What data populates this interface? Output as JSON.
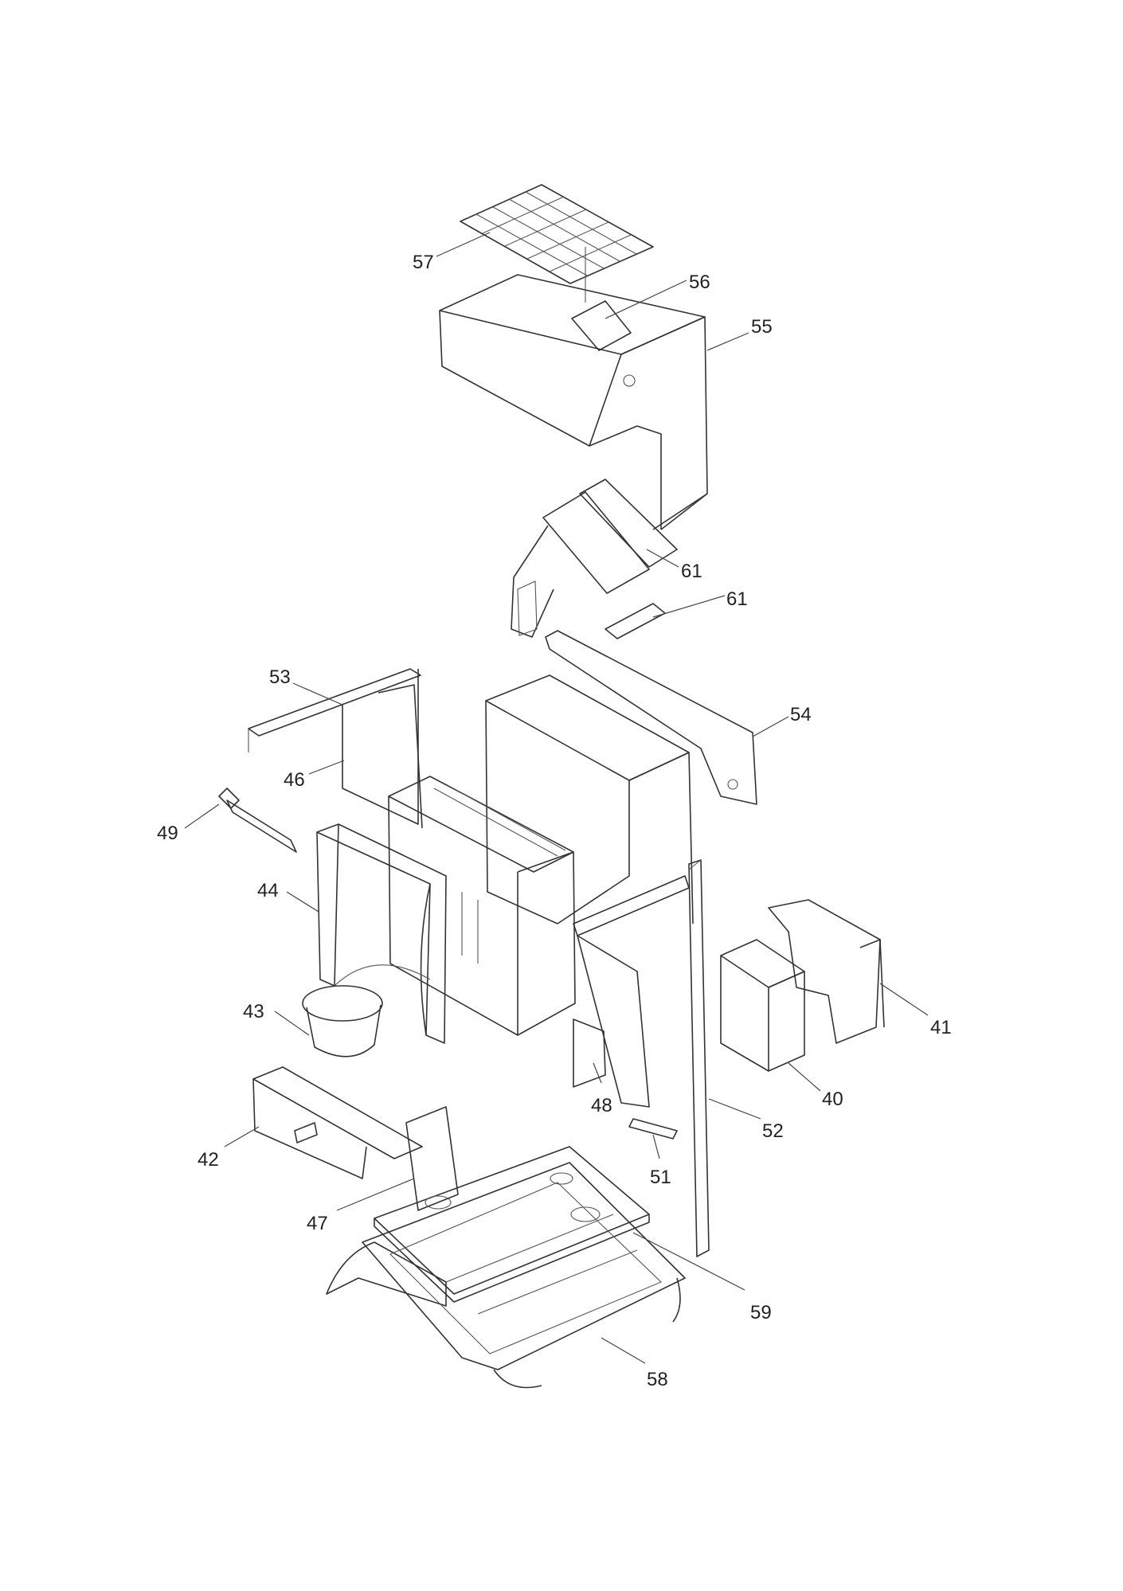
{
  "callouts": {
    "c57": "57",
    "c56": "56",
    "c55": "55",
    "c61a": "61",
    "c61b": "61",
    "c53": "53",
    "c54": "54",
    "c46": "46",
    "c49": "49",
    "c44": "44",
    "c41": "41",
    "c43": "43",
    "c40": "40",
    "c48": "48",
    "c52": "52",
    "c42": "42",
    "c51": "51",
    "c47": "47",
    "c59": "59",
    "c58": "58"
  }
}
